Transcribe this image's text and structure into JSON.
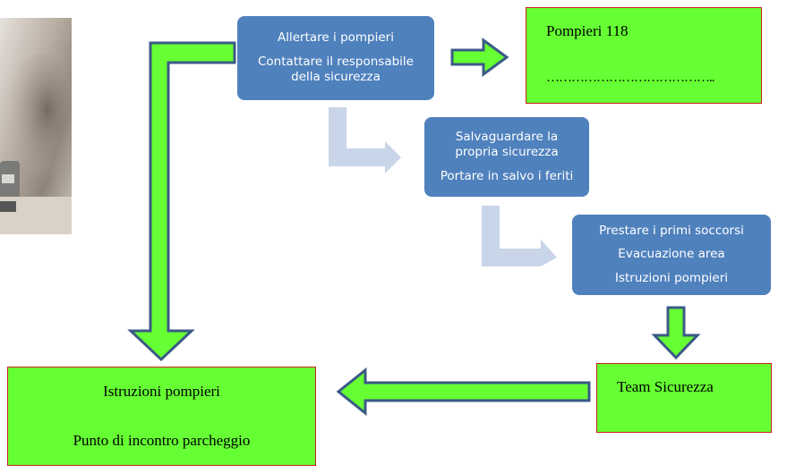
{
  "diagram": {
    "step_alert": {
      "line1": "Allertare i pompieri",
      "line2": "Contattare il responsabile",
      "line3": "della sicurezza"
    },
    "step_safety": {
      "line1": "Salvaguardare la",
      "line2": "propria sicurezza",
      "line3": "Portare in salvo i feriti"
    },
    "step_aid": {
      "line1": "Prestare i primi soccorsi",
      "line2": "Evacuazione area",
      "line3": "Istruzioni pompieri"
    },
    "box_pompieri": {
      "line1": "Pompieri 118",
      "line2": "………………………………….."
    },
    "box_team": {
      "label": "Team Sicurezza"
    },
    "box_istruzioni": {
      "line1": "Istruzioni pompieri",
      "line2": "Punto di incontro parcheggio"
    }
  },
  "colors": {
    "blue_node": "#4f81bd",
    "green_box": "#66ff33",
    "red_border": "#cc1f1f",
    "arrow_fill": "#66ff33",
    "arrow_outline": "#3b5a86",
    "light_arrow": "#c9d5e8"
  },
  "photo": {
    "icon": "car-fire-photo"
  }
}
